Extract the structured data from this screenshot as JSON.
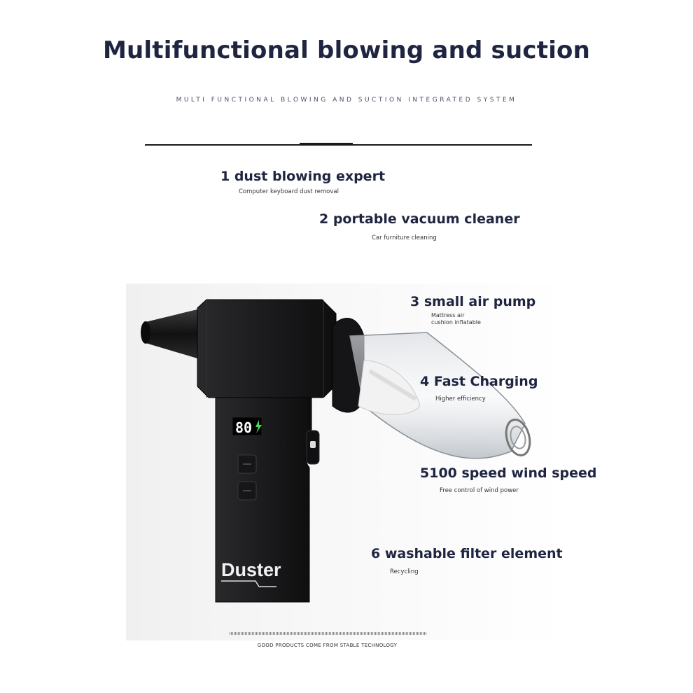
{
  "header": {
    "title": "Multifunctional blowing and suction",
    "subtitle": "MULTI FUNCTIONAL BLOWING AND SUCTION INTEGRATED SYSTEM"
  },
  "features": [
    {
      "title": "1 dust blowing expert",
      "caption": "Computer keyboard dust removal"
    },
    {
      "title": "2 portable vacuum cleaner",
      "caption": "Car furniture cleaning"
    },
    {
      "title": "3 small air pump",
      "caption_line1": "Mattress air",
      "caption_line2": "cushion inflatable"
    },
    {
      "title": "4 Fast Charging",
      "caption": "Higher efficiency"
    },
    {
      "title": "5100 speed wind speed",
      "caption": "Free control of wind power"
    },
    {
      "title": "6 washable filter element",
      "caption": "Recycling"
    }
  ],
  "product": {
    "display_value": "80",
    "brand": "Duster"
  },
  "footer": {
    "text": "GOOD PRODUCTS COME FROM STABLE TECHNOLOGY"
  },
  "colors": {
    "heading": "#1f2540",
    "device_body": "#1c1c1e",
    "display_digits": "#ffffff",
    "charge_icon": "#4cd964"
  },
  "icons": [
    "charging-bolt-icon",
    "plus-button-icon",
    "minus-button-icon"
  ]
}
